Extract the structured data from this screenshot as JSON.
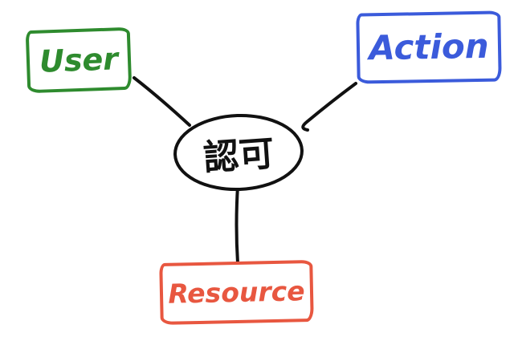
{
  "center": {
    "label": "認可",
    "stroke": "#111111"
  },
  "nodes": {
    "user": {
      "label": "User",
      "color": "#2e8b2e"
    },
    "action": {
      "label": "Action",
      "color": "#3b5bdb"
    },
    "resource": {
      "label": "Resource",
      "color": "#e85740"
    }
  },
  "edges": {
    "color": "#111111"
  }
}
